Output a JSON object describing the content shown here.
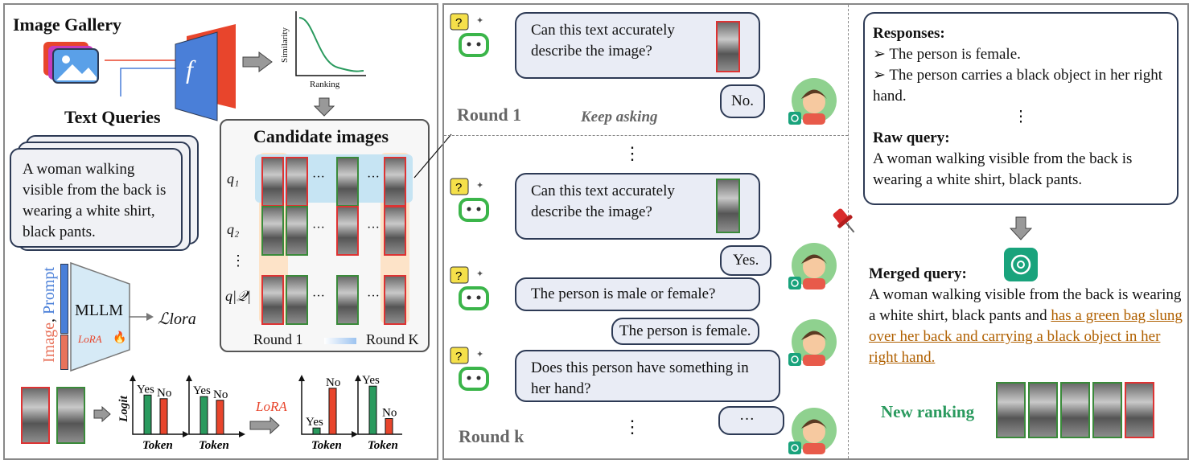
{
  "left": {
    "gallery_title": "Image Gallery",
    "encoder_label": "f",
    "sim_ylabel": "Similarity",
    "sim_xlabel": "Ranking",
    "text_queries_title": "Text Queries",
    "query_text": "A woman walking visible from the back is wearing a white shirt, black pants.",
    "candidate_title": "Candidate images",
    "rows": [
      "q₁",
      "q₂",
      "⋮",
      "q|𝒬|"
    ],
    "round_start": "Round 1",
    "round_end": "Round K",
    "input_image": "Image",
    "input_comma": ",",
    "input_prompt": "Prompt",
    "mllm": "MLLM",
    "lora": "LoRA",
    "loss": "ℒlora",
    "logit": "Logit",
    "token": "Token",
    "yes": "Yes",
    "no": "No",
    "lora_arrow": "LoRA",
    "logit_charts": [
      {
        "yes": 0.75,
        "no": 0.68
      },
      {
        "yes": 0.72,
        "no": 0.65
      },
      {
        "yes": 0.12,
        "no": 0.88
      },
      {
        "yes": 0.92,
        "no": 0.3
      }
    ]
  },
  "middle": {
    "q1": "Can this text accurately describe the image?",
    "a1": "No.",
    "round1": "Round 1",
    "keep": "Keep asking",
    "q2": "Can this text accurately describe the image?",
    "a2": "Yes.",
    "q3": "The person is male or female?",
    "a3": "The person is female.",
    "q4": "Does this person have something in her hand?",
    "a4": "···",
    "roundk": "Round k",
    "qmark": "?"
  },
  "right": {
    "responses_title": "Responses:",
    "responses": [
      "➢ The person is female.",
      "➢ The person carries a black object in her right hand."
    ],
    "raw_title": "Raw query:",
    "raw": "A woman walking visible from the back is wearing a white shirt, black pants.",
    "merged_title": "Merged query:",
    "merged_plain": "A woman walking visible from the back is wearing a white shirt, black pants and",
    "merged_added": "has a green bag slung over her back and carrying a black object in her right hand.",
    "new_ranking": "New ranking"
  },
  "colors": {
    "green": "#2a9a5e",
    "red": "#e8452c",
    "blue": "#4a7fd8",
    "accent": "#b06000"
  }
}
